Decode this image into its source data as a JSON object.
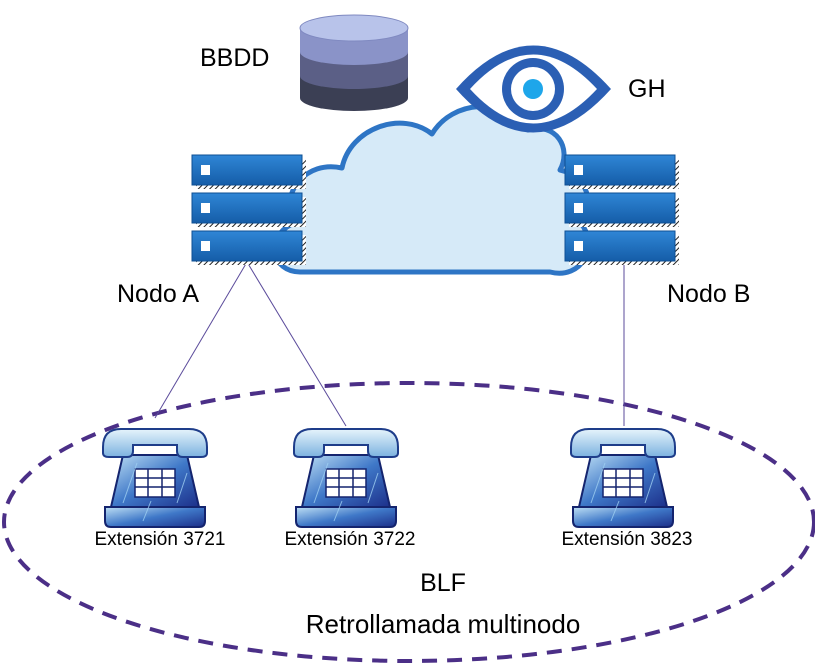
{
  "labels": {
    "database": "BBDD",
    "monitor": "GH",
    "node_a": "Nodo A",
    "node_b": "Nodo B",
    "group_title": "BLF",
    "group_subtitle": "Retrollamada multinodo"
  },
  "extensions": [
    {
      "label": "Extensión 3721"
    },
    {
      "label": "Extensión 3722"
    },
    {
      "label": "Extensión 3823"
    }
  ],
  "icons": {
    "database": "database-icon",
    "eye": "eye-icon",
    "cloud": "cloud-icon",
    "server": "server-rack-icon",
    "phone": "desk-phone-icon"
  },
  "colors": {
    "server_blue": "#1a6fc0",
    "cloud_fill": "#d6eaf8",
    "cloud_stroke": "#2e75c5",
    "eye_blue": "#2b5fb4",
    "group_border": "#4b2f87",
    "link_line": "#5b4b9b"
  }
}
